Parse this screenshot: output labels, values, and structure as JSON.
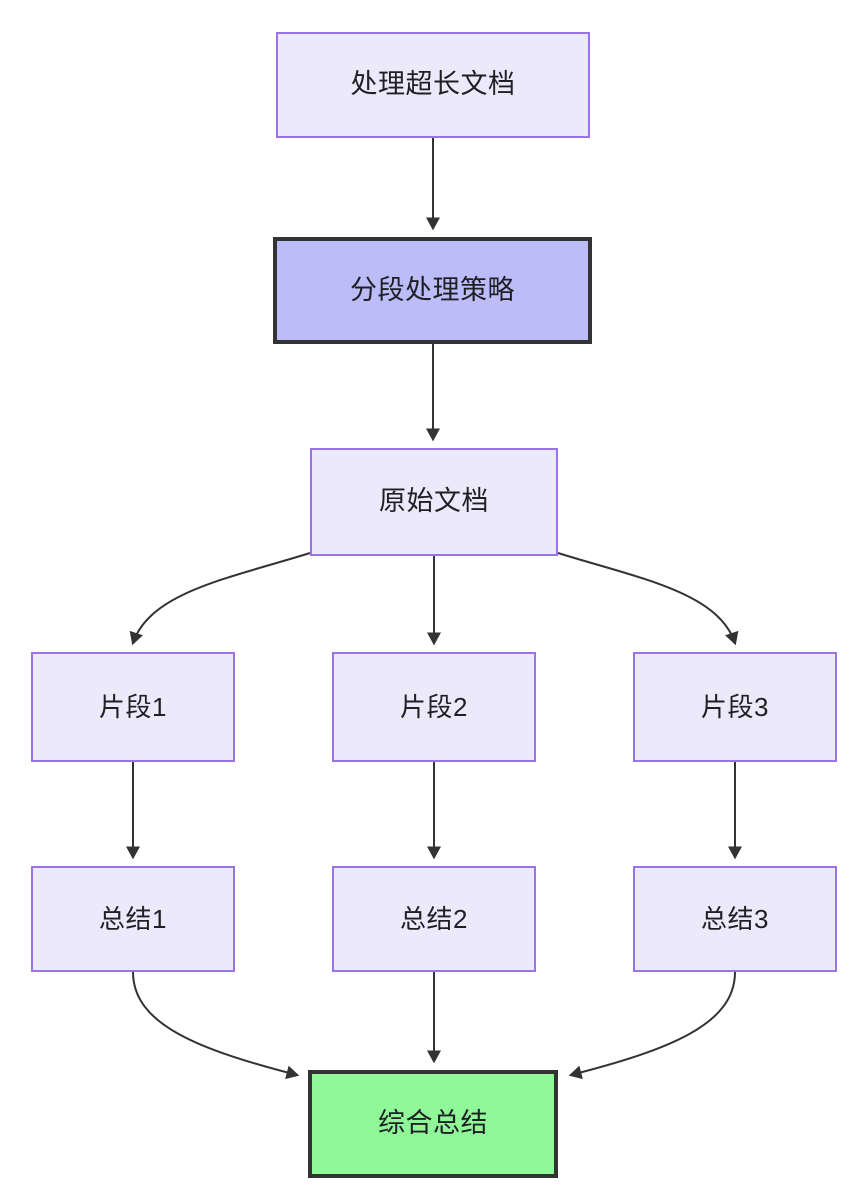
{
  "diagram": {
    "type": "flowchart",
    "direction": "top-to-bottom",
    "title": "处理超长文档",
    "colors": {
      "node_fill": "#ECE9FB",
      "node_border": "#9A74E6",
      "strategy_fill": "#BCBCF8",
      "strategy_border": "#333333",
      "final_fill": "#91F89A",
      "final_border": "#333333",
      "edge": "#333333",
      "text": "#1F2024",
      "background": "#FFFFFF"
    },
    "nodes": [
      {
        "id": "doc",
        "label": "处理超长文档",
        "style": "plain"
      },
      {
        "id": "strategy",
        "label": "分段处理策略",
        "style": "strategy"
      },
      {
        "id": "source",
        "label": "原始文档",
        "style": "plain"
      },
      {
        "id": "chunk1",
        "label": "片段1",
        "style": "plain"
      },
      {
        "id": "chunk2",
        "label": "片段2",
        "style": "plain"
      },
      {
        "id": "chunk3",
        "label": "片段3",
        "style": "plain"
      },
      {
        "id": "summary1",
        "label": "总结1",
        "style": "plain"
      },
      {
        "id": "summary2",
        "label": "总结2",
        "style": "plain"
      },
      {
        "id": "summary3",
        "label": "总结3",
        "style": "plain"
      },
      {
        "id": "final",
        "label": "综合总结",
        "style": "final"
      }
    ],
    "edges": [
      {
        "from": "doc",
        "to": "strategy",
        "shape": "straight"
      },
      {
        "from": "strategy",
        "to": "source",
        "shape": "straight"
      },
      {
        "from": "source",
        "to": "chunk1",
        "shape": "curved"
      },
      {
        "from": "source",
        "to": "chunk2",
        "shape": "straight"
      },
      {
        "from": "source",
        "to": "chunk3",
        "shape": "curved"
      },
      {
        "from": "chunk1",
        "to": "summary1",
        "shape": "straight"
      },
      {
        "from": "chunk2",
        "to": "summary2",
        "shape": "straight"
      },
      {
        "from": "chunk3",
        "to": "summary3",
        "shape": "straight"
      },
      {
        "from": "summary1",
        "to": "final",
        "shape": "curved"
      },
      {
        "from": "summary2",
        "to": "final",
        "shape": "straight"
      },
      {
        "from": "summary3",
        "to": "final",
        "shape": "curved"
      }
    ]
  }
}
